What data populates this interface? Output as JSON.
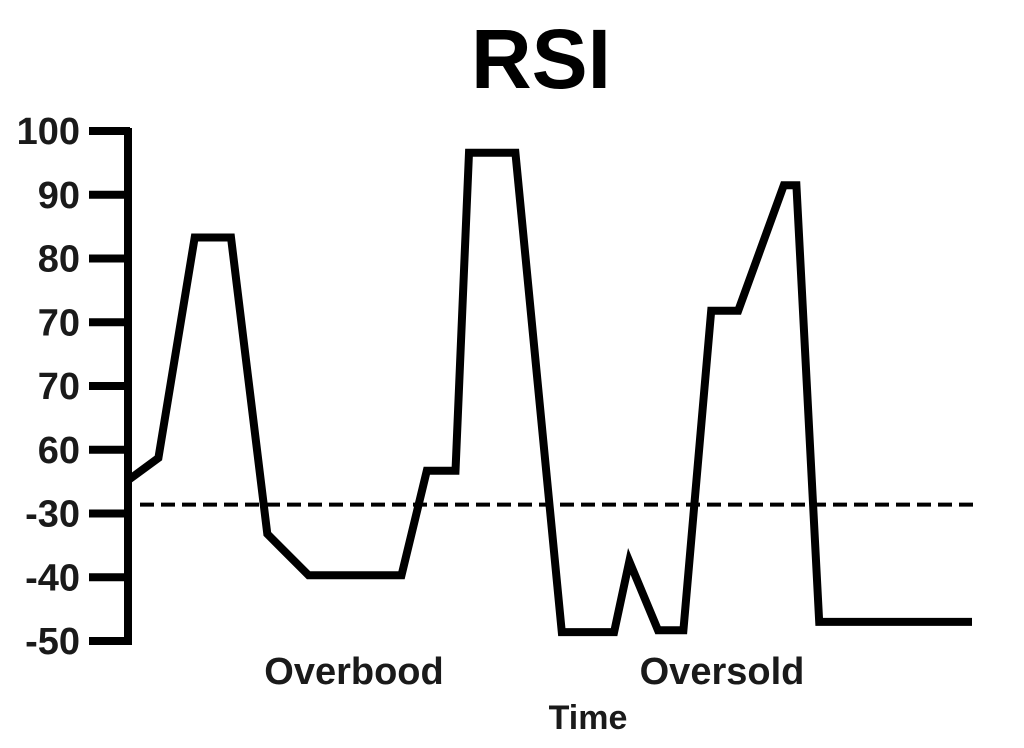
{
  "chart_data": {
    "type": "line",
    "title": "RSI",
    "xlabel": "Time",
    "ylabel": "",
    "grid": false,
    "y_ticks": [
      "100",
      "90",
      "80",
      "70",
      "70",
      "60",
      "-30",
      "-40",
      "-50"
    ],
    "y_tick_positions": [
      100,
      90,
      80,
      70,
      60,
      50,
      40,
      30,
      20
    ],
    "ylim": [
      20,
      100
    ],
    "xlim": [
      0,
      100
    ],
    "series": [
      {
        "x": [
          0,
          3.6,
          7.9,
          12.2,
          16.5,
          18.3,
          21.4,
          24.4,
          32.4,
          35.4,
          38.8,
          40.4,
          45.9,
          51.4,
          57.6,
          59.4,
          62.8,
          65.8,
          69.1,
          72.3,
          77.7,
          79.2,
          81.9,
          86.0,
          90.6,
          94.3,
          96.7,
          100
        ],
        "y": [
          45.2,
          48.7,
          83.3,
          83.3,
          36.8,
          34.4,
          30.3,
          30.3,
          30.3,
          46.7,
          46.7,
          96.6,
          96.6,
          21.4,
          21.4,
          32.5,
          21.7,
          21.7,
          71.8,
          71.8,
          91.5,
          91.5,
          23.0,
          23.0,
          23.0,
          23.0,
          23.0,
          23.0
        ]
      }
    ],
    "reference_line": {
      "y": 41.4,
      "style": "dashed"
    },
    "annotations": [
      "Overbood",
      "Oversold"
    ]
  }
}
